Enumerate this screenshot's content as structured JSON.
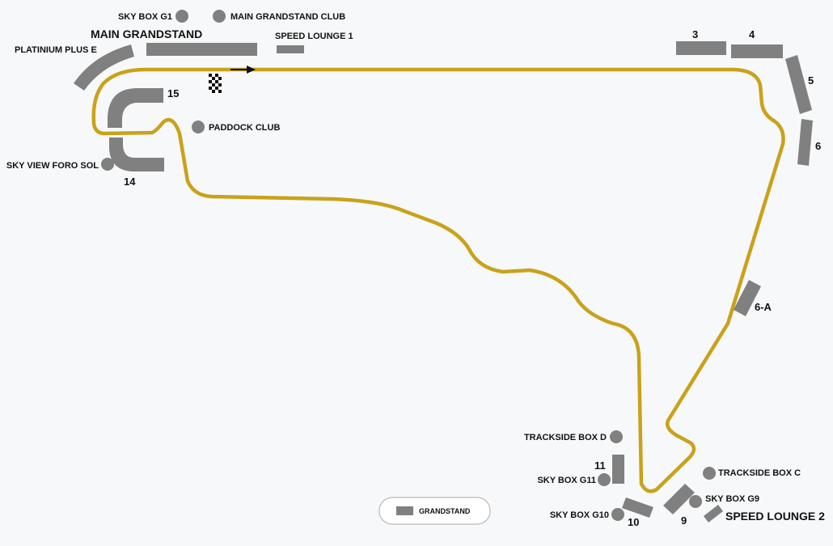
{
  "colors": {
    "track": "#c9a21a",
    "grandstand": "#808080",
    "background": "#f7f8f9",
    "text": "#111111"
  },
  "track": {
    "start_finish_icon": "checkered-flag-icon",
    "direction_icon": "direction-arrow-icon"
  },
  "grandstands": {
    "main": "MAIN GRANDSTAND",
    "platinium_plus_e": "PLATINIUM PLUS E",
    "g3": "3",
    "g4": "4",
    "g5": "5",
    "g6": "6",
    "g6a": "6-A",
    "g9": "9",
    "g10": "10",
    "g11": "11",
    "g14": "14",
    "g15": "15"
  },
  "lounges": {
    "sky_box_g1": "SKY BOX G1",
    "main_grandstand_club": "MAIN GRANDSTAND CLUB",
    "speed_lounge_1": "SPEED LOUNGE 1",
    "paddock_club": "PADDOCK CLUB",
    "sky_view_foro_sol": "SKY VIEW FORO SOL",
    "trackside_box_d": "TRACKSIDE BOX D",
    "sky_box_g11": "SKY BOX G11",
    "trackside_box_c": "TRACKSIDE BOX C",
    "sky_box_g9": "SKY BOX G9",
    "sky_box_g10": "SKY BOX G10",
    "speed_lounge_2": "SPEED LOUNGE 2"
  },
  "legend": {
    "label": "GRANDSTAND"
  }
}
